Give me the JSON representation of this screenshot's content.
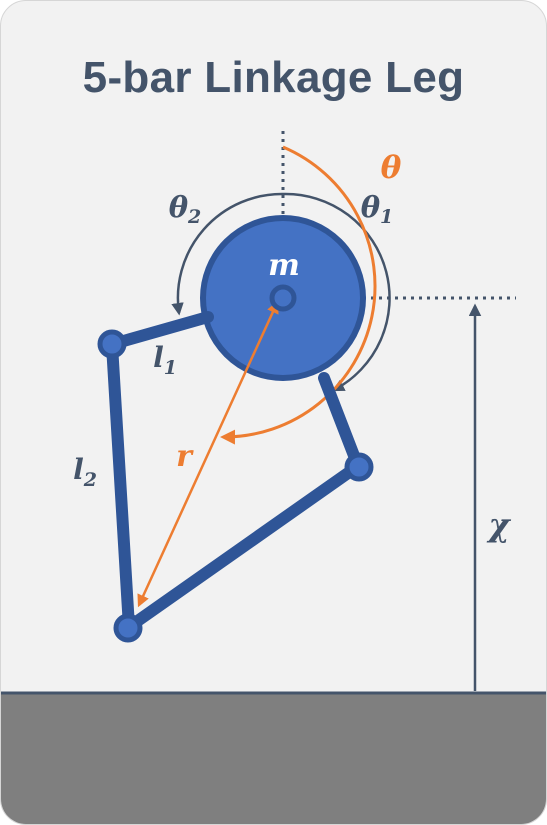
{
  "title": "5-bar Linkage Leg",
  "labels": {
    "mass": "m",
    "theta": "θ",
    "theta1_base": "θ",
    "theta1_sub": "1",
    "theta2_base": "θ",
    "theta2_sub": "2",
    "l1_base": "l",
    "l1_sub": "1",
    "l2_base": "l",
    "l2_sub": "2",
    "r": "r",
    "chi": "χ"
  },
  "colors": {
    "background": "#f2f2f2",
    "ground": "#7f7f7f",
    "link": "#2f5597",
    "hub": "#4472c4",
    "hub_outline": "#2f5597",
    "accent_orange": "#ed7d31",
    "dark": "#44546a"
  }
}
